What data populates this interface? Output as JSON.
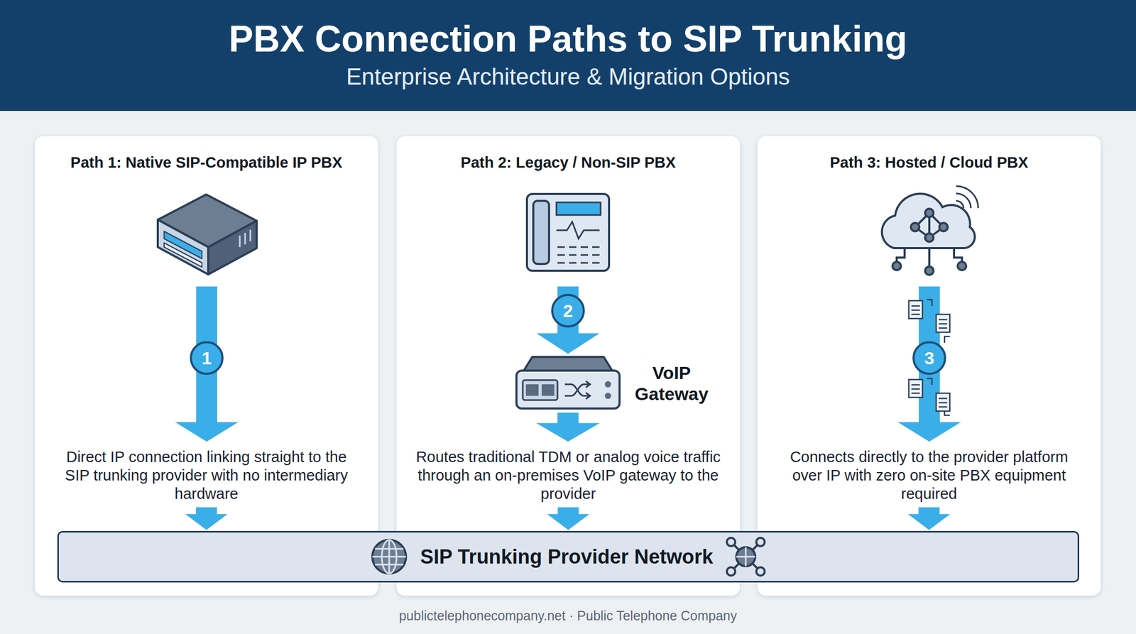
{
  "diagram": {
    "title": "PBX Connection Paths to SIP Trunking",
    "nodes": [
      {
        "text": [
          "Path 1: Native SIP-Compatible IP PBX",
          "Direct IP connection linking straight to the SIP trunking provider with no intermediary hardware"
        ]
      },
      {
        "text": [
          "Path 2: Legacy / Non-SIP PBX",
          "Routes traditional TDM or analog voice traffic through an on-premises VoIP gateway to the provider"
        ]
      },
      {
        "text": [
          "VoIP Gateway"
        ],
        "in": 1
      },
      {
        "text": [
          "Path 3: Hosted / Cloud PBX",
          "Connects directly to the provider platform over IP with zero on-site PBX equipment required"
        ]
      },
      {
        "text": [
          "SIP Trunking Provider Network"
        ]
      }
    ],
    "edges": [
      {
        "from": 0,
        "to": 4,
        "arrow": "to"
      },
      {
        "from": 1,
        "to": 4,
        "arrow": "to"
      },
      {
        "from": 3,
        "to": 4,
        "arrow": "to"
      }
    ],
    "labels": [
      "Enterprise Architecture & Migration Options",
      "1",
      "2",
      "3",
      "publictelephonecompany.net · Public Telephone Company"
    ]
  }
}
